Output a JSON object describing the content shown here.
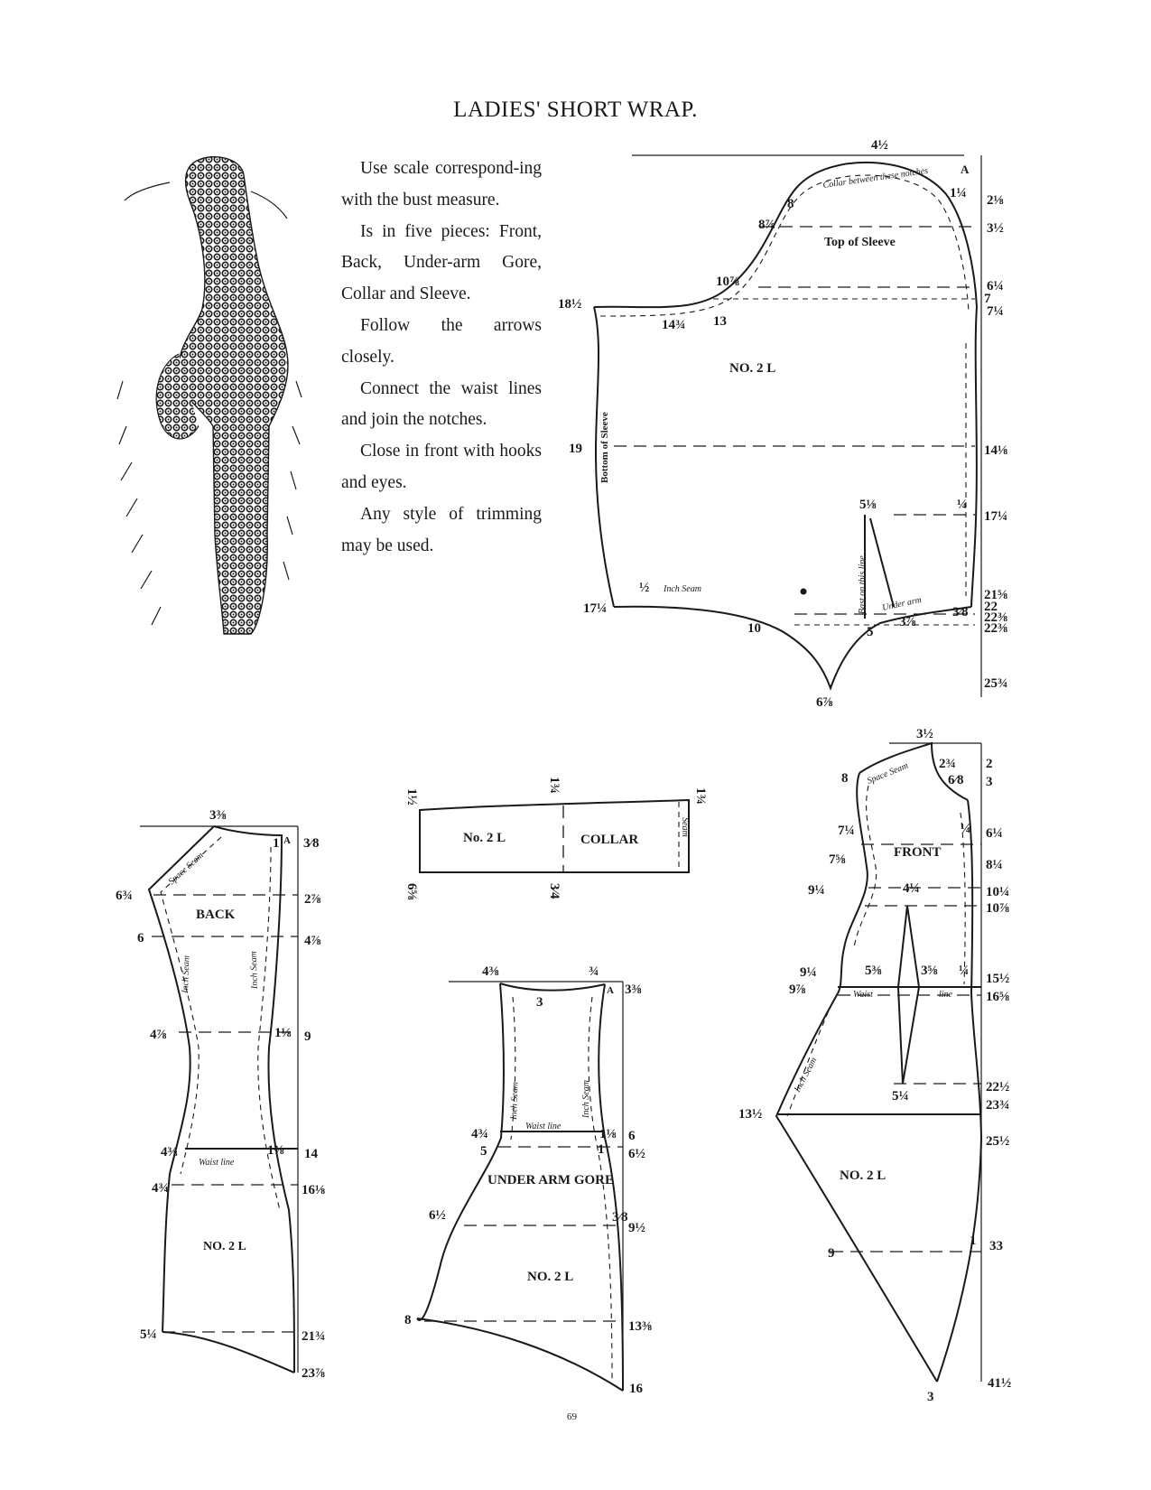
{
  "title": "LADIES' SHORT WRAP.",
  "instructions": [
    "Use scale correspond-ing with the bust measure.",
    "Is in five pieces: Front, Back, Under-arm Gore, Collar and Sleeve.",
    "Follow the arrows closely.",
    "Connect the waist lines and join the notches.",
    "Close in front with hooks and eyes.",
    "Any style of trimming may be used."
  ],
  "page_number": "69",
  "sleeve": {
    "name": "NO. 2 L",
    "labels": [
      "Top of Sleeve",
      "Bottom of Sleeve",
      "Inch Seam",
      "Under arm",
      "Bast on this line",
      "Collar between these notches"
    ],
    "marks": [
      "4½",
      "A",
      "1¼",
      "2⅛",
      "8",
      "8⅞",
      "3½",
      "10⅞",
      "6¼",
      "7",
      "7¼",
      "18½",
      "14¾",
      "13",
      "19",
      "14⅛",
      "5⅛",
      "¼",
      "17¼",
      "17¼",
      "21⅝",
      "22",
      "22⅜",
      "22⅜",
      "10",
      "5",
      "3⅞",
      "3⁄8",
      "6⅞",
      "25¾",
      "½"
    ]
  },
  "back": {
    "name": "BACK",
    "code": "NO. 2 L",
    "labels": [
      "Space Seam",
      "Inch Seam",
      "Inch Seam",
      "Waist line"
    ],
    "marks": [
      "3⅜",
      "1",
      "A",
      "3⁄8",
      "6¾",
      "2⅞",
      "6",
      "4⅞",
      "4⅞",
      "1⅛",
      "9",
      "4⅜",
      "1⅜",
      "14",
      "4¾",
      "16⅛",
      "5¼",
      "21¾",
      "23⅞"
    ]
  },
  "collar": {
    "name": "COLLAR",
    "code": "No. 2 L",
    "marks": [
      "1½",
      "1¾",
      "1¾",
      "6⅝",
      "3⁄4",
      "Seam"
    ]
  },
  "under_arm_gore": {
    "name": "UNDER ARM GORE",
    "code": "NO. 2 L",
    "labels": [
      "Waist line",
      "Inch Seam",
      "Inch Seam"
    ],
    "marks": [
      "4⅜",
      "¾",
      "A",
      "3⅜",
      "3",
      "4¾",
      "1⅛",
      "6",
      "5",
      "1",
      "6½",
      "6½",
      "9½",
      "8",
      "13⅜",
      "16",
      "3⁄8"
    ]
  },
  "front": {
    "name": "FRONT",
    "code": "NO. 2 L",
    "labels": [
      "Space Seam",
      "Waist",
      "line",
      "Inch Seam"
    ],
    "marks": [
      "3½",
      "2¾",
      "2",
      "8",
      "6⁄8",
      "3",
      "7¼",
      "¼",
      "6¼",
      "7⅝",
      "8¼",
      "9¼",
      "4¼",
      "10¼",
      "10⅞",
      "9¼",
      "5⅜",
      "3⅝",
      "¼",
      "15½",
      "9⅞",
      "16⅝",
      "5¼",
      "22½",
      "23¾",
      "13½",
      "25½",
      "9",
      "1",
      "33",
      "3",
      "41½"
    ]
  }
}
